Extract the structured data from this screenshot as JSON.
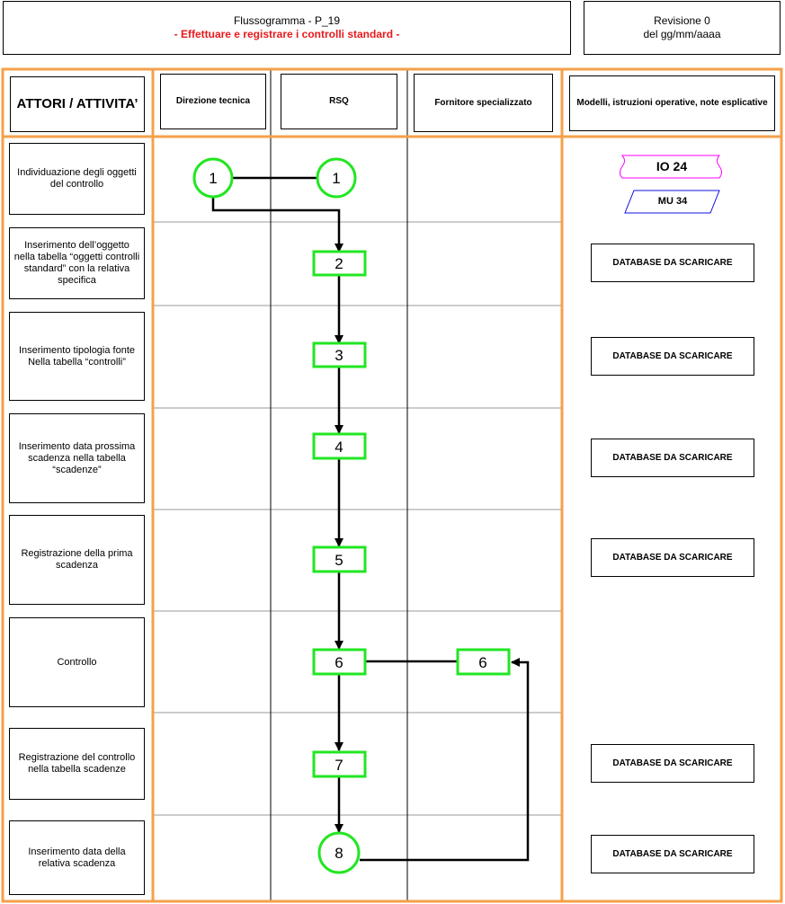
{
  "header": {
    "title": "Flussogramma - P_19",
    "subtitle": "- Effettuare e registrare i controlli standard -",
    "revision": "Revisione 0",
    "revision_date": "del gg/mm/aaaa"
  },
  "columns": {
    "actors": "ATTORI / ATTIVITA’",
    "direzione": "Direzione tecnica",
    "rsq": "RSQ",
    "fornitore": "Fornitore specializzato",
    "modelli": "Modelli, istruzioni operative, note esplicative"
  },
  "rows": [
    {
      "activity": "Individuazione degli oggetti del controllo"
    },
    {
      "activity": "Inserimento dell’oggetto nella tabella “oggetti controlli standard” con la relativa specifica",
      "doc": "DATABASE DA SCARICARE"
    },
    {
      "activity": "Inserimento tipologia fonte Nella tabella “controlli”",
      "doc": "DATABASE DA SCARICARE"
    },
    {
      "activity": "Inserimento data prossima scadenza nella tabella “scadenze”",
      "doc": "DATABASE DA SCARICARE"
    },
    {
      "activity": "Registrazione della prima scadenza",
      "doc": "DATABASE DA SCARICARE"
    },
    {
      "activity": "Controllo"
    },
    {
      "activity": "Registrazione del controllo nella tabella scadenze",
      "doc": "DATABASE DA SCARICARE"
    },
    {
      "activity": "Inserimento data della relativa scadenza",
      "doc": "DATABASE DA SCARICARE"
    }
  ],
  "doc_refs": {
    "io": "IO 24",
    "mu": "MU 34"
  },
  "nodes": [
    {
      "label": "1",
      "shape": "circle"
    },
    {
      "label": "1",
      "shape": "circle"
    },
    {
      "label": "2",
      "shape": "rect"
    },
    {
      "label": "3",
      "shape": "rect"
    },
    {
      "label": "4",
      "shape": "rect"
    },
    {
      "label": "5",
      "shape": "rect"
    },
    {
      "label": "6",
      "shape": "rect"
    },
    {
      "label": "6",
      "shape": "rect"
    },
    {
      "label": "7",
      "shape": "rect"
    },
    {
      "label": "8",
      "shape": "circle"
    }
  ],
  "colors": {
    "frame": "#f5a04a",
    "node": "#22e622",
    "io": "#ff00ff",
    "mu": "#1010e0",
    "subtitle": "#e8181b"
  }
}
